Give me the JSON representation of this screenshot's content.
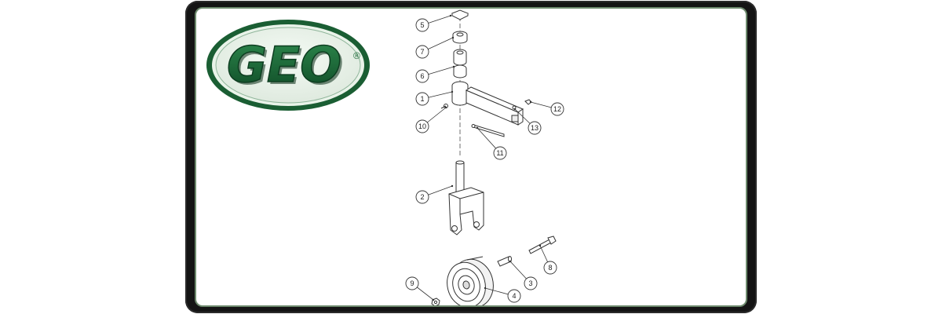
{
  "logo": {
    "text": "GEO",
    "registered": "®",
    "colors": {
      "green": "#1f6b3a",
      "light_green": "#cfe3cf",
      "dark": "#0d3d20"
    }
  },
  "callouts": [
    "5",
    "7",
    "6",
    "1",
    "10",
    "12",
    "13",
    "11",
    "2",
    "8",
    "3",
    "9",
    "4"
  ],
  "colors": {
    "frame": "#141414",
    "line": "#333333",
    "panel": "#ffffff"
  }
}
